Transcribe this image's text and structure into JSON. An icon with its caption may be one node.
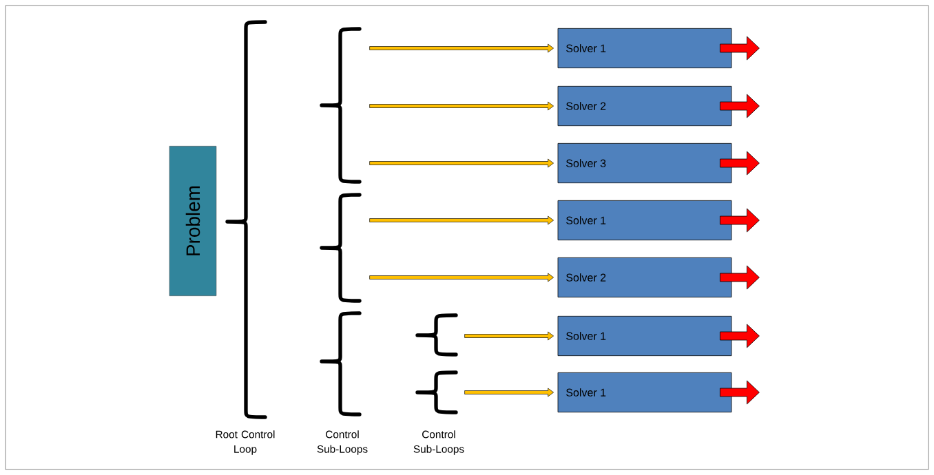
{
  "diagram": {
    "nodes": [
      {
        "text": [
          "Problem"
        ]
      },
      {
        "text": [
          "Solver 1"
        ]
      },
      {
        "text": [
          "Solver 2"
        ]
      },
      {
        "text": [
          "Solver 3"
        ]
      },
      {
        "text": [
          "Solver 1"
        ]
      },
      {
        "text": [
          "Solver 2"
        ]
      },
      {
        "text": [
          "Solver 1"
        ]
      },
      {
        "text": [
          "Solver 1"
        ]
      }
    ],
    "edges": [
      {
        "from": null,
        "to": 1,
        "arrow": "to",
        "color": "#ffc000"
      },
      {
        "from": null,
        "to": 2,
        "arrow": "to",
        "color": "#ffc000"
      },
      {
        "from": null,
        "to": 3,
        "arrow": "to",
        "color": "#ffc000"
      },
      {
        "from": null,
        "to": 4,
        "arrow": "to",
        "color": "#ffc000"
      },
      {
        "from": null,
        "to": 5,
        "arrow": "to",
        "color": "#ffc000"
      },
      {
        "from": null,
        "to": 6,
        "arrow": "to",
        "color": "#ffc000"
      },
      {
        "from": null,
        "to": 7,
        "arrow": "to",
        "color": "#ffc000"
      },
      {
        "from": 1,
        "to": null,
        "arrow": "to",
        "style": "thick",
        "color": "#ff0000"
      },
      {
        "from": 2,
        "to": null,
        "arrow": "to",
        "style": "thick",
        "color": "#ff0000"
      },
      {
        "from": 3,
        "to": null,
        "arrow": "to",
        "style": "thick",
        "color": "#ff0000"
      },
      {
        "from": 4,
        "to": null,
        "arrow": "to",
        "style": "thick",
        "color": "#ff0000"
      },
      {
        "from": 5,
        "to": null,
        "arrow": "to",
        "style": "thick",
        "color": "#ff0000"
      },
      {
        "from": 6,
        "to": null,
        "arrow": "to",
        "style": "thick",
        "color": "#ff0000"
      },
      {
        "from": 7,
        "to": null,
        "arrow": "to",
        "style": "thick",
        "color": "#ff0000"
      }
    ],
    "labels": [
      "Root Control Loop",
      "Control Sub-Loops",
      "Control Sub-Loops"
    ]
  }
}
